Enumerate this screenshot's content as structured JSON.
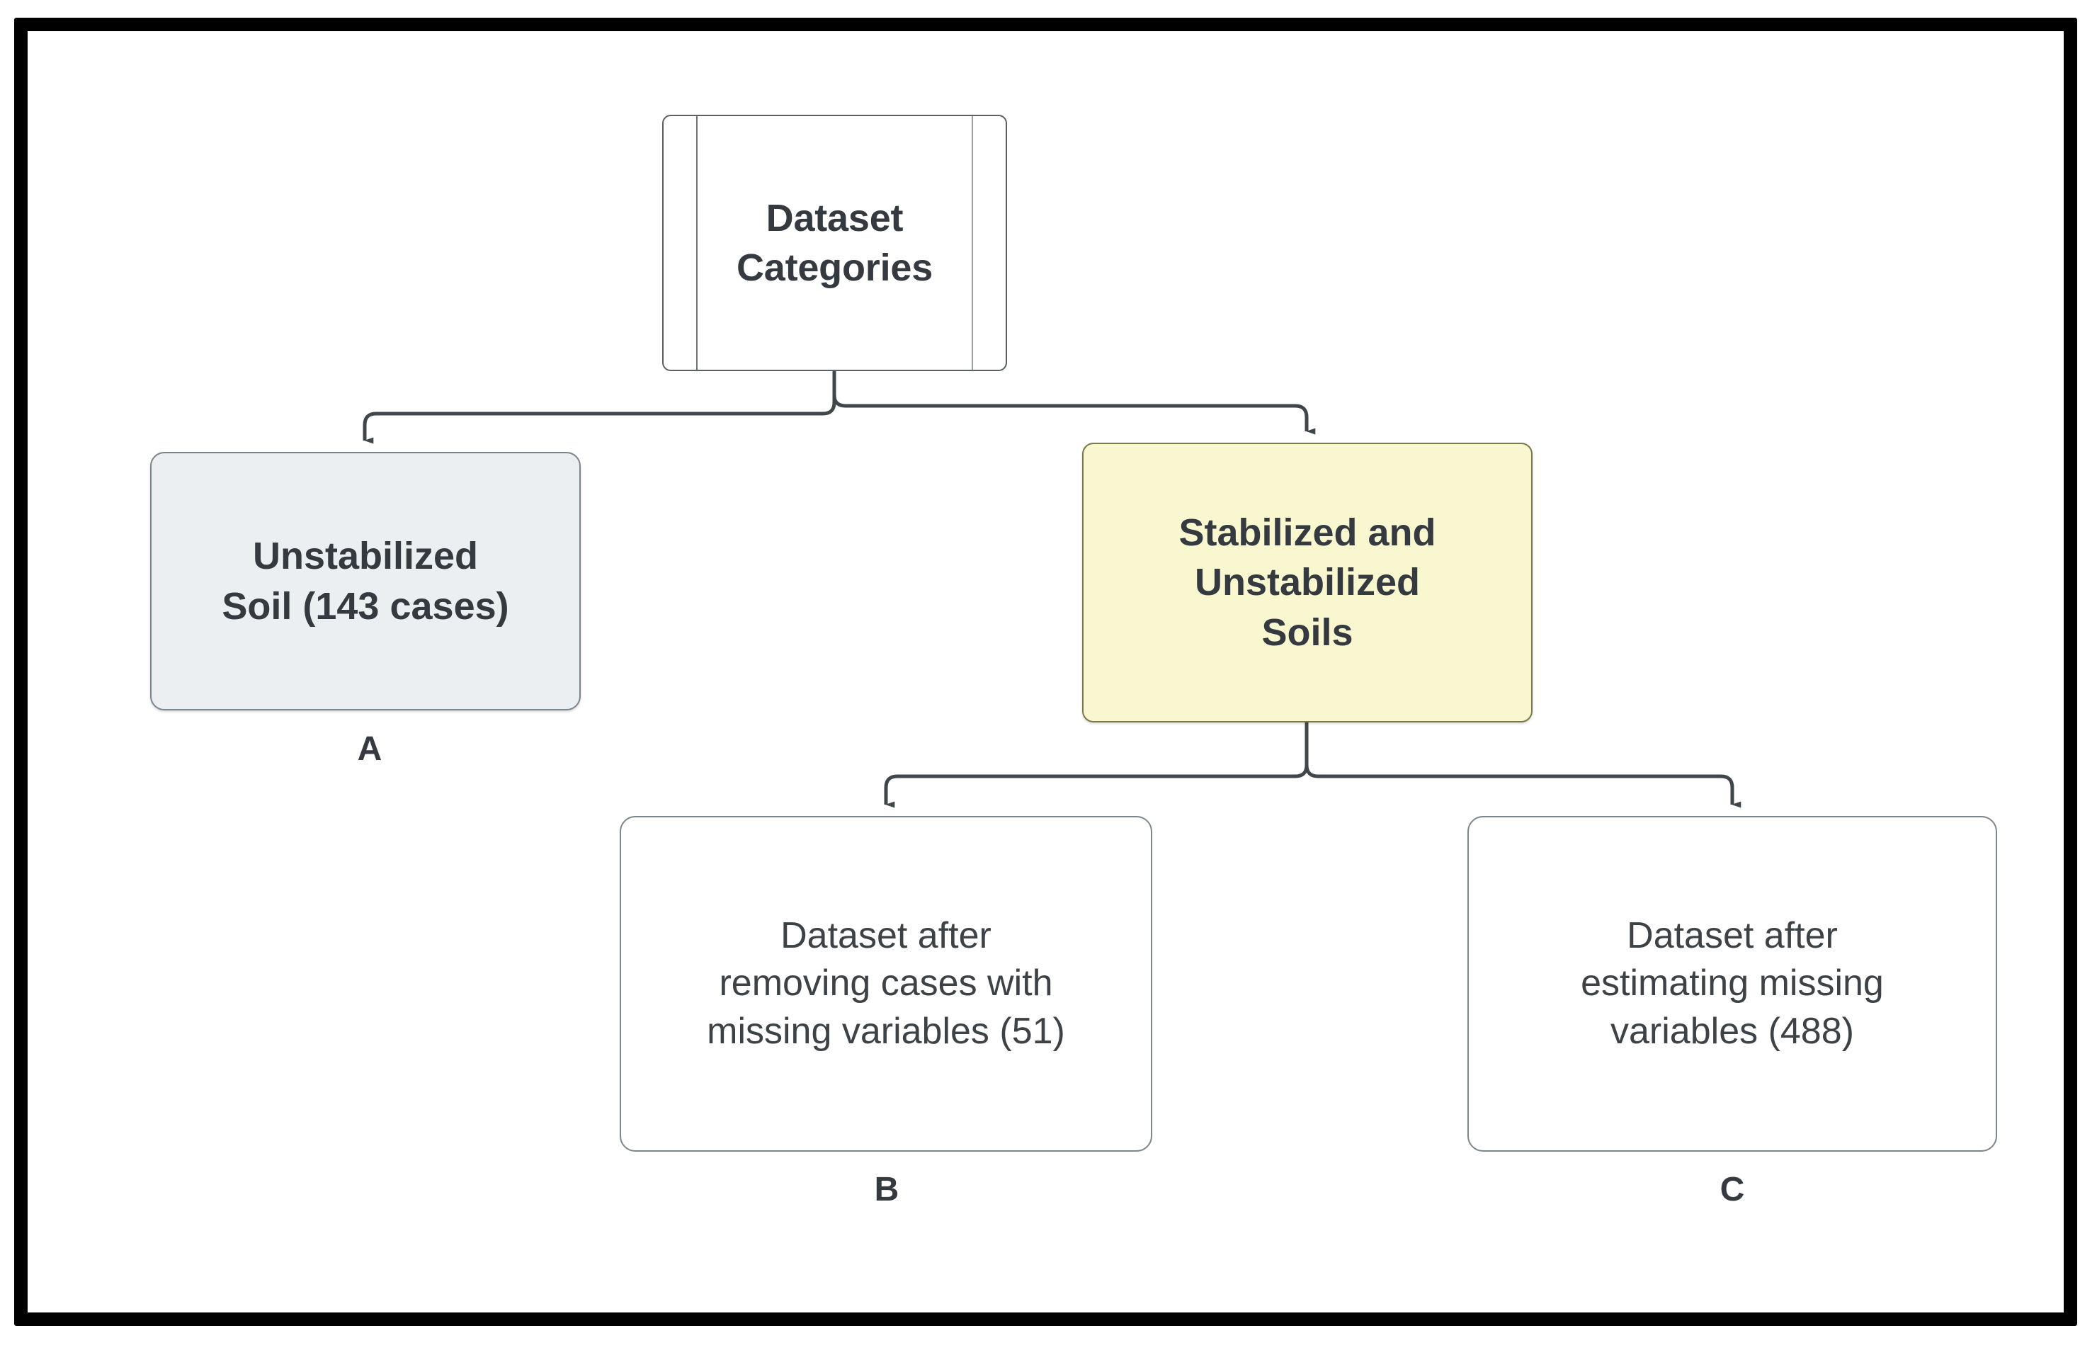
{
  "figure": {
    "type": "flowchart",
    "orientation": "top-down",
    "frame_color": "#000000",
    "background": "#ffffff"
  },
  "nodes": {
    "root": {
      "id": "root",
      "shape": "predefined-process",
      "label": "Dataset\nCategories",
      "fill": "#ffffff",
      "border": "#5a6066",
      "bold": true
    },
    "a": {
      "id": "a",
      "shape": "rounded-rectangle",
      "label": "Unstabilized\nSoil (143 cases)",
      "caption": "A",
      "cases": 143,
      "fill": "#eceff1",
      "border": "#7b868c",
      "bold": true
    },
    "y": {
      "id": "y",
      "shape": "rounded-rectangle",
      "label": "Stabilized and\nUnstabilized\nSoils",
      "fill": "#f9f7cf",
      "border": "#7a7a46",
      "bold": true
    },
    "b": {
      "id": "b",
      "shape": "rounded-rectangle",
      "label": "Dataset after\nremoving cases with\nmissing variables (51)",
      "caption": "B",
      "cases": 51,
      "fill": "#ffffff",
      "border": "#7c868b",
      "bold": false
    },
    "c": {
      "id": "c",
      "shape": "rounded-rectangle",
      "label": "Dataset after\nestimating missing\nvariables (488)",
      "caption": "C",
      "cases": 488,
      "fill": "#ffffff",
      "border": "#7c868b",
      "bold": false
    }
  },
  "edges": [
    {
      "from": "root",
      "to": "a",
      "style": "orthogonal",
      "arrow": "filled-triangle"
    },
    {
      "from": "root",
      "to": "y",
      "style": "orthogonal",
      "arrow": "filled-triangle"
    },
    {
      "from": "y",
      "to": "b",
      "style": "orthogonal",
      "arrow": "filled-triangle"
    },
    {
      "from": "y",
      "to": "c",
      "style": "orthogonal",
      "arrow": "filled-triangle"
    }
  ],
  "edge_color": "#3f474b"
}
